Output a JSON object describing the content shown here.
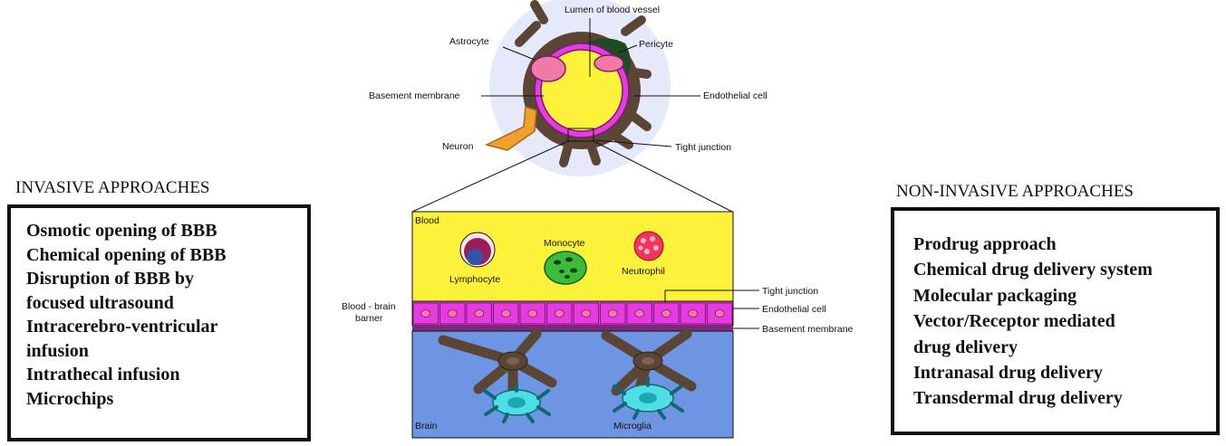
{
  "invasive": {
    "title": "INVASIVE APPROACHES",
    "items": [
      "Osmotic opening of BBB",
      "Chemical opening of BBB",
      "Disruption of BBB by",
      "focused ultrasound",
      "Intracerebro-ventricular",
      "infusion",
      "Intrathecal infusion",
      "Microchips"
    ]
  },
  "non_invasive": {
    "title": "NON-INVASIVE APPROACHES",
    "items": [
      "Prodrug approach",
      "Chemical drug delivery system",
      "Molecular packaging",
      "Vector/Receptor mediated",
      "drug delivery",
      "Intranasal drug delivery",
      "Transdermal drug delivery"
    ]
  },
  "vessel_labels": {
    "lumen": "Lumen of blood vessel",
    "astrocyte": "Astrocyte",
    "pericyte": "Pericyte",
    "basement_membrane": "Basement membrane",
    "endothelial_cell": "Endothelial cell",
    "neuron": "Neuron",
    "tight_junction": "Tight junction"
  },
  "section_labels": {
    "blood": "Blood",
    "monocyte": "Monocyte",
    "lymphocyte": "Lymphocyte",
    "neutrophil": "Neutrophil",
    "bbb_line1": "Blood - brain",
    "bbb_line2": "barner",
    "tight_junction": "Tight junction",
    "endothelial_cell": "Endothelial cell",
    "basement_membrane": "Basement membrane",
    "brain": "Brain",
    "microglia": "Microglia"
  },
  "colors": {
    "blood": "#fdf23a",
    "brain": "#6d95e3",
    "endothelium": "#e63be0",
    "astrocyte": "#5b4636",
    "neuron": "#f0a12a",
    "microglia": "#4fdde6",
    "monocyte": "#3dbb3a",
    "lymphocyte": "#9a1f55",
    "neutrophil": "#f4335f",
    "pericyte": "#1f4a22"
  }
}
